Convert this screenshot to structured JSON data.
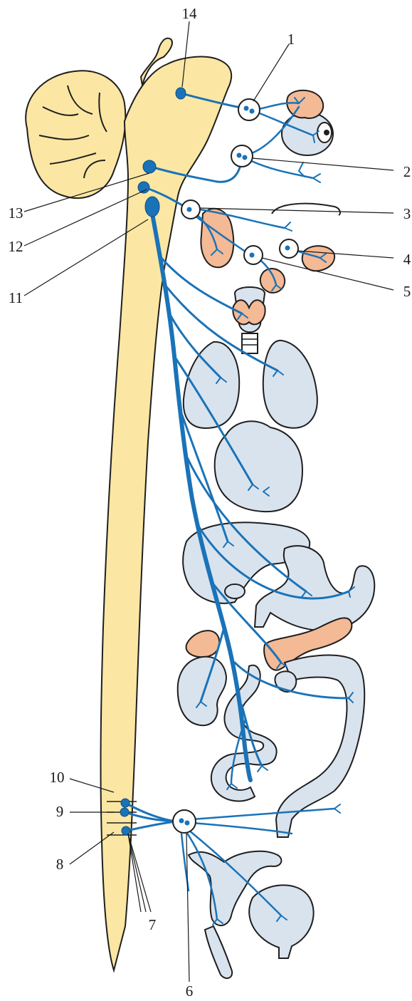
{
  "labels": {
    "l1": "1",
    "l2": "2",
    "l3": "3",
    "l4": "4",
    "l5": "5",
    "l6": "6",
    "l7": "7",
    "l8": "8",
    "l9": "9",
    "l10": "10",
    "l11": "11",
    "l12": "12",
    "l13": "13",
    "l14": "14"
  },
  "colors": {
    "nerve": "#1a73b8",
    "brain_and_cord": "#fbe7a3",
    "organ": "#d9e3ee",
    "gland": "#f4b995",
    "outline": "#1f1f1f"
  }
}
